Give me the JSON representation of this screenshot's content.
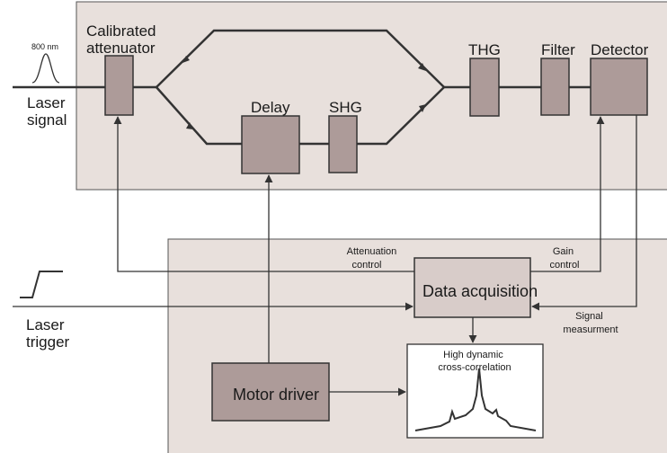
{
  "optical_bench": {
    "blocks": {
      "attenuator": "Calibrated attenuator",
      "delay": "Delay",
      "shg": "SHG",
      "thg": "THG",
      "filter": "Filter",
      "detector": "Detector"
    },
    "input": {
      "pulse_label": "800 nm",
      "laser_signal": "Laser signal"
    }
  },
  "electronics": {
    "data_acquisition": "Data acquisition",
    "motor_driver": "Motor driver",
    "attenuation_control": "Attenuation control",
    "gain_control": "Gain control",
    "signal_measurement": "Signal measurment",
    "laser_trigger": "Laser trigger",
    "plot_title": "High dynamic cross-correlation"
  },
  "colors": {
    "panel_fill": "#e8e0dc",
    "block_fill": "#ad9b99",
    "dacq_fill": "#d8ccc9",
    "line": "#333333"
  }
}
